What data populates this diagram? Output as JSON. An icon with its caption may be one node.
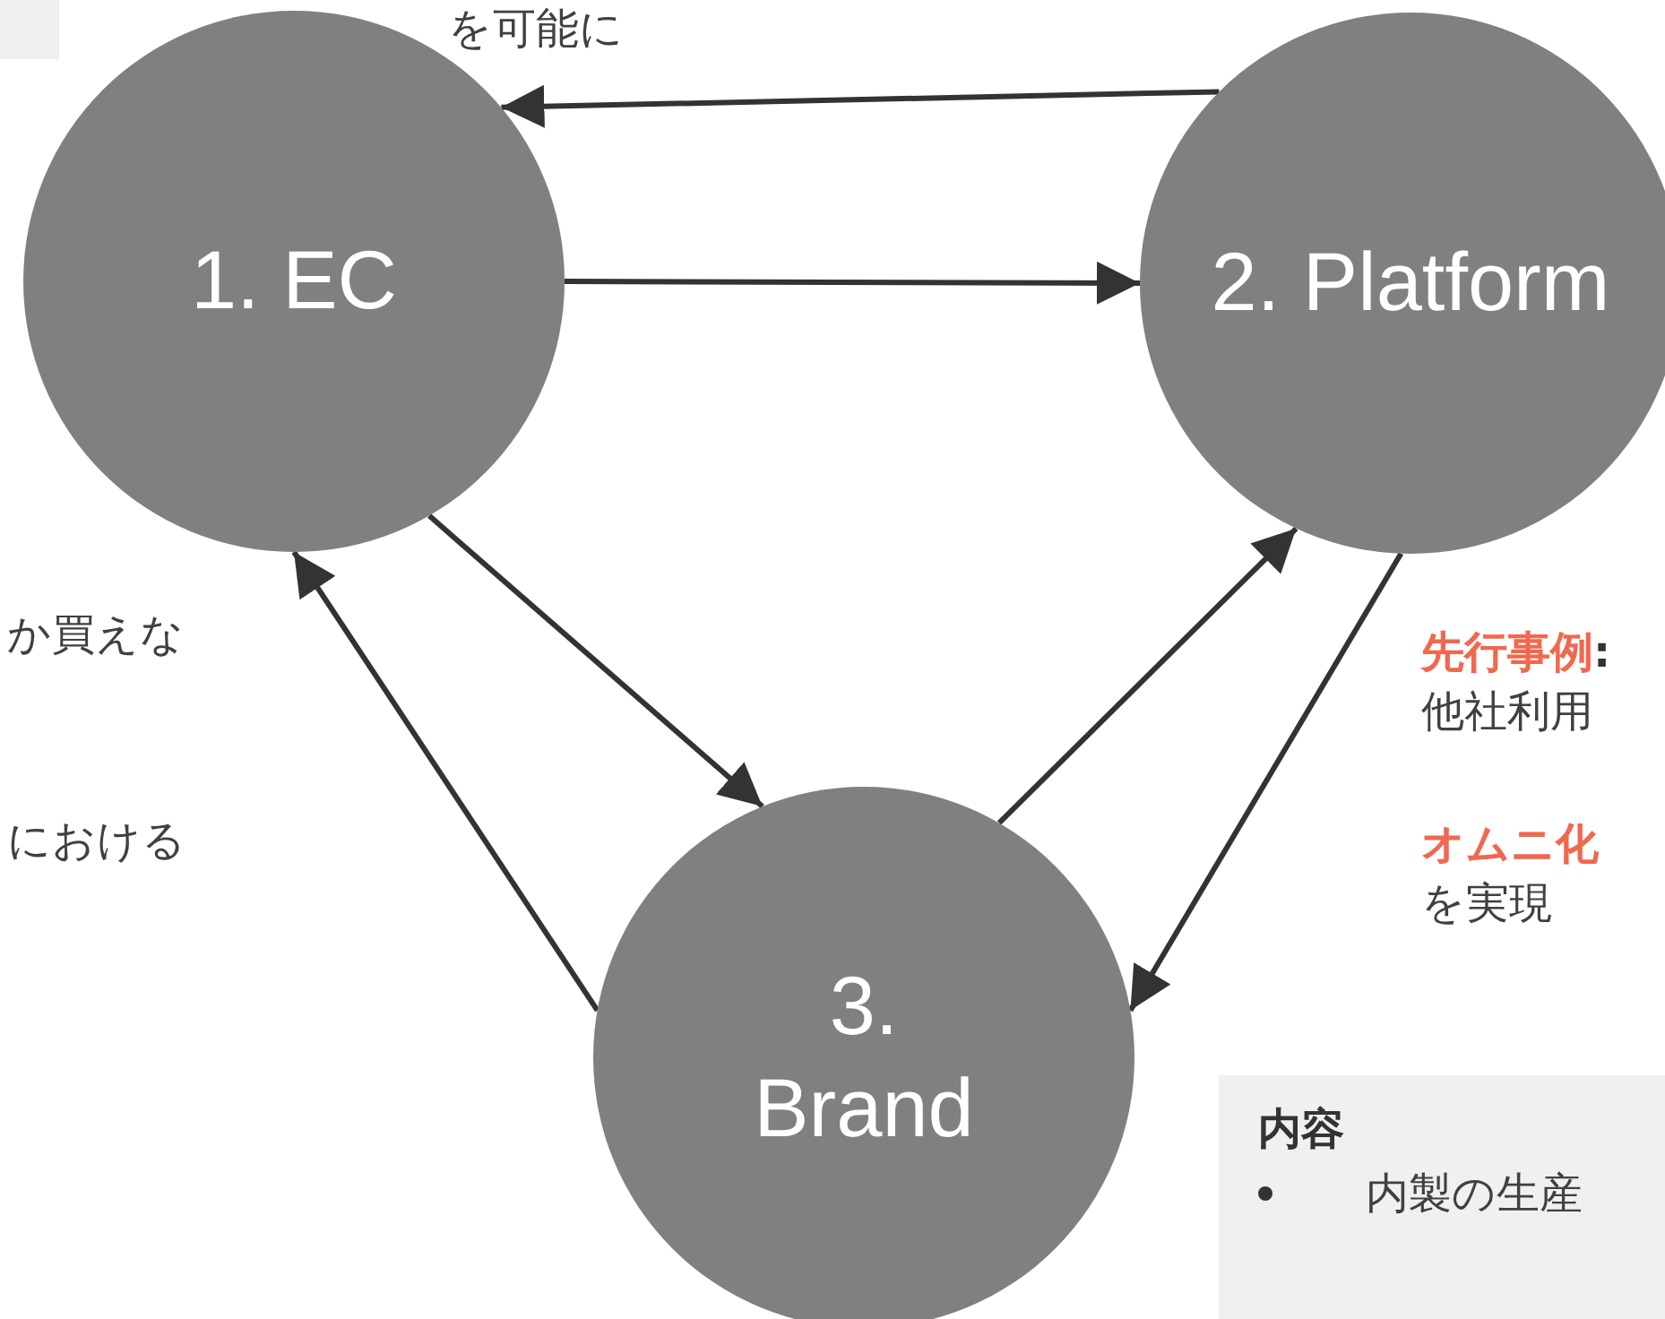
{
  "diagram": {
    "nodes": [
      {
        "text": [
          "1. EC"
        ]
      },
      {
        "text": [
          "2. Platform"
        ]
      },
      {
        "text": [
          "3. Brand"
        ]
      },
      {
        "text": [
          "内容",
          "内製の生産"
        ]
      }
    ],
    "edges": [
      {
        "from": 1,
        "to": 0,
        "arrow": "to"
      },
      {
        "from": 0,
        "to": 1,
        "arrow": "to"
      },
      {
        "from": 0,
        "to": 2,
        "arrow": "to"
      },
      {
        "from": 2,
        "to": 0,
        "arrow": "to"
      },
      {
        "from": 2,
        "to": 1,
        "arrow": "to"
      },
      {
        "from": 1,
        "to": 2,
        "arrow": "to"
      }
    ],
    "labels": [
      "を可能に",
      "か買えな",
      "における",
      "**先行事例**:",
      "他社利用",
      "オムニ化",
      "を実現"
    ]
  }
}
